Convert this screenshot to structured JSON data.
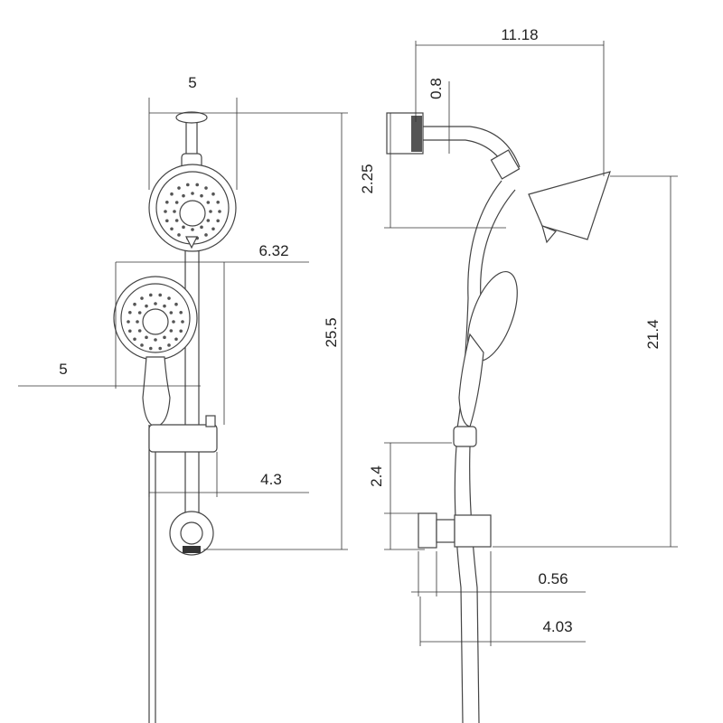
{
  "diagram": {
    "front_view": {
      "head_width": "5",
      "overall_height": "25.5",
      "handheld_offset": "6.32",
      "handheld_width": "5",
      "slide_offset": "4.3"
    },
    "side_view": {
      "arm_reach": "11.18",
      "flange_depth": "0.8",
      "arm_drop": "2.25",
      "head_to_bracket_height": "21.4",
      "bracket_height": "2.4",
      "bracket_depth": "0.56",
      "bracket_projection": "4.03"
    },
    "colors": {
      "line": "#444444",
      "background": "#ffffff"
    }
  }
}
